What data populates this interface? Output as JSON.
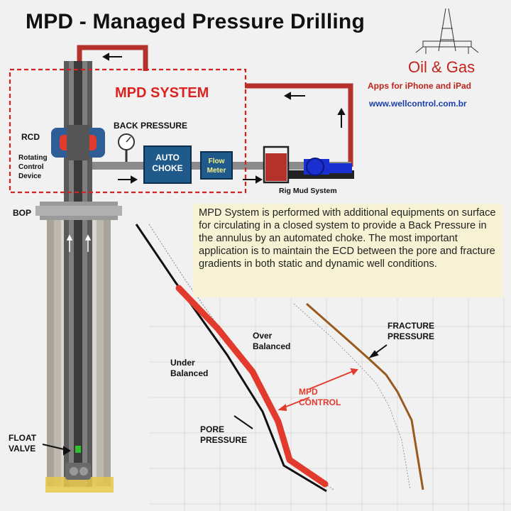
{
  "title": "MPD - Managed Pressure Drilling",
  "system_label": "MPD SYSTEM",
  "labels": {
    "rcd": "RCD",
    "rcd_desc": [
      "Rotating",
      "Control",
      "Device"
    ],
    "back_pressure": "BACK PRESSURE",
    "auto_choke": [
      "AUTO",
      "CHOKE"
    ],
    "flow_meter": [
      "Flow",
      "Meter"
    ],
    "rig_mud_system": "Rig Mud System",
    "bop": "BOP",
    "float_valve": [
      "FLOAT",
      "VALVE"
    ]
  },
  "brand": {
    "name": "Oil & Gas",
    "tagline": "Apps for iPhone and iPad",
    "url": "www.wellcontrol.com.br"
  },
  "description": "MPD System is performed with additional equipments on surface for circulating in a closed system to provide a Back Pressure in the annulus by an automated choke. The most important application is to maintain the ECD between the pore and fracture gradients in both static and dynamic well conditions.",
  "chart_labels": {
    "over_balanced": [
      "Over",
      "Balanced"
    ],
    "under_balanced": [
      "Under",
      "Balanced"
    ],
    "mpd_control": [
      "MPD",
      "CONTROL"
    ],
    "pore_pressure": [
      "PORE",
      "PRESSURE"
    ],
    "fracture_pressure": [
      "FRACTURE",
      "PRESSURE"
    ]
  },
  "colors": {
    "system_red": "#d22222",
    "flow_line": "#b5322c",
    "choke_blue": "#1f5a8a",
    "pump_blue": "#1a2fd0",
    "fracture_brown": "#9a5a1e",
    "note_bg": "#f6f2d3"
  },
  "icons": [
    "drilling-rig-icon",
    "pressure-gauge-icon",
    "mud-pump-icon",
    "drill-bit-icon"
  ]
}
